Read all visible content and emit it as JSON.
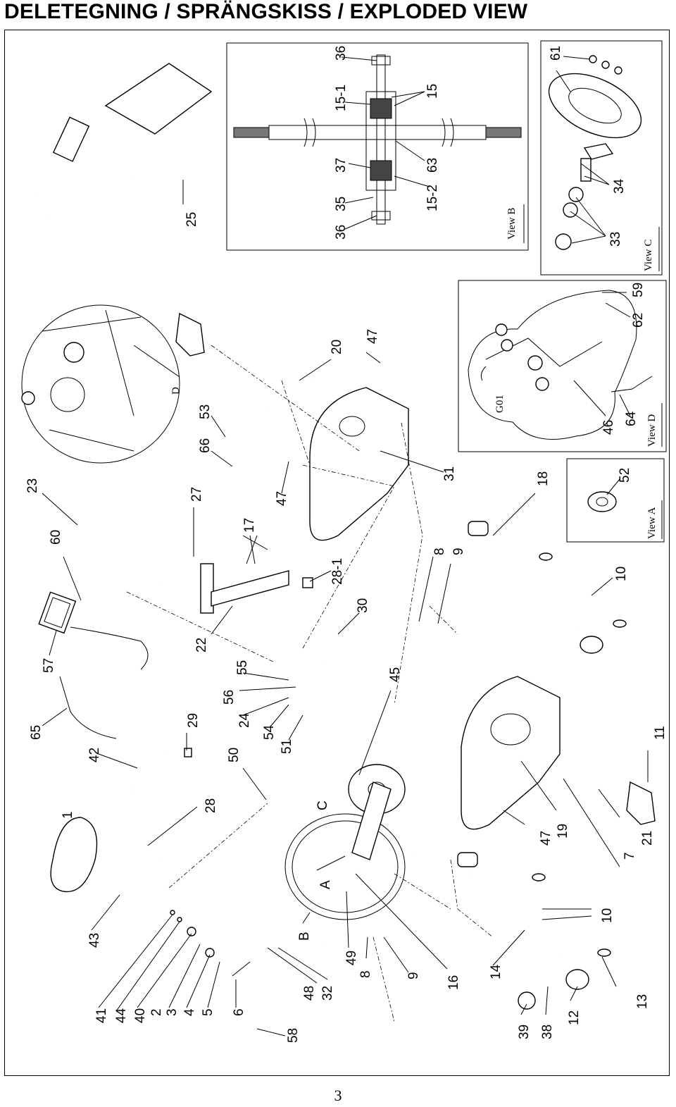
{
  "title": "DELETEGNING / SPRÄNGSKISS / EXPLODED VIEW",
  "page_number": "3",
  "views": {
    "b": "View B",
    "c": "View C",
    "d": "View D",
    "a": "View A",
    "g01": "G01",
    "d_marker": "D"
  },
  "callouts": {
    "p1": "1",
    "p2": "2",
    "p3": "3",
    "p4": "4",
    "p5": "5",
    "p6": "6",
    "p7": "7",
    "p8a": "8",
    "p8b": "8",
    "p9a": "9",
    "p9b": "9",
    "p10a": "10",
    "p10b": "10",
    "p11": "11",
    "p12": "12",
    "p13": "13",
    "p14": "14",
    "p15": "15",
    "p15_1": "15-1",
    "p15_2": "15-2",
    "p16": "16",
    "p17": "17",
    "p18": "18",
    "p19": "19",
    "p20": "20",
    "p21": "21",
    "p22": "22",
    "p23": "23",
    "p24": "24",
    "p25": "25",
    "p27": "27",
    "p28": "28",
    "p28_1": "28-1",
    "p29": "29",
    "p30": "30",
    "p31": "31",
    "p32": "32",
    "p33": "33",
    "p34": "34",
    "p35": "35",
    "p36a": "36",
    "p36b": "36",
    "p37": "37",
    "p38": "38",
    "p39": "39",
    "p40": "40",
    "p41": "41",
    "p42": "42",
    "p43": "43",
    "p44": "44",
    "p45": "45",
    "p46": "46",
    "p47a": "47",
    "p47b": "47",
    "p47c": "47",
    "p48": "48",
    "p49": "49",
    "p50": "50",
    "p51": "51",
    "p52": "52",
    "p53": "53",
    "p54": "54",
    "p55": "55",
    "p56": "56",
    "p57": "57",
    "p58": "58",
    "p59": "59",
    "p60": "60",
    "p61": "61",
    "p62": "62",
    "p63": "63",
    "p64": "64",
    "p65": "65",
    "p66": "66",
    "pA": "A",
    "pB": "B",
    "pC": "C"
  }
}
